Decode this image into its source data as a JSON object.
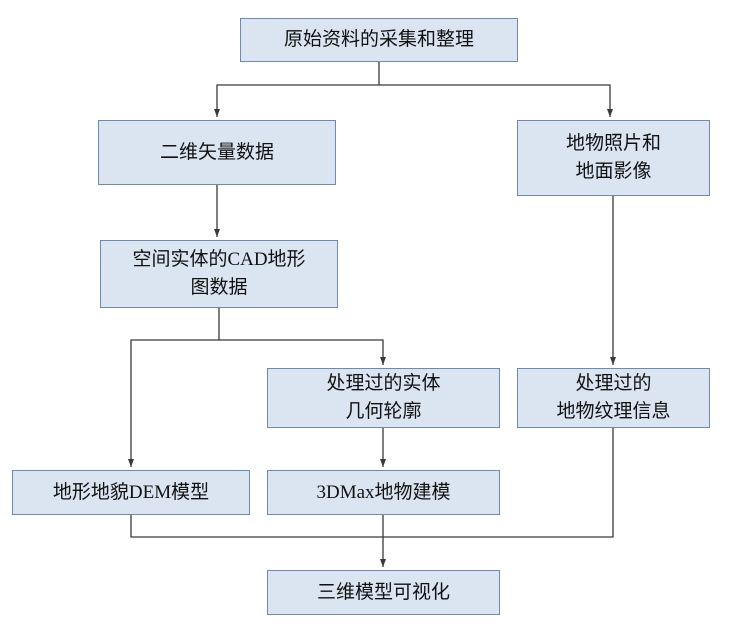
{
  "diagram": {
    "type": "flowchart",
    "nodes": [
      {
        "id": "source",
        "label": "原始资料的采集和整理"
      },
      {
        "id": "vector2d",
        "label": "二维矢量数据"
      },
      {
        "id": "photos",
        "label": "地物照片和\n地面影像"
      },
      {
        "id": "cad",
        "label": "空间实体的CAD地形\n图数据"
      },
      {
        "id": "geometry",
        "label": "处理过的实体\n几何轮廓"
      },
      {
        "id": "texture",
        "label": "处理过的\n地物纹理信息"
      },
      {
        "id": "dem",
        "label": "地形地貌DEM模型"
      },
      {
        "id": "threedmax",
        "label": "3DMax地物建模"
      },
      {
        "id": "vis",
        "label": "三维模型可视化"
      }
    ],
    "edges": [
      {
        "from": "source",
        "to": "vector2d"
      },
      {
        "from": "source",
        "to": "photos"
      },
      {
        "from": "vector2d",
        "to": "cad"
      },
      {
        "from": "cad",
        "to": "dem"
      },
      {
        "from": "cad",
        "to": "geometry"
      },
      {
        "from": "photos",
        "to": "texture"
      },
      {
        "from": "geometry",
        "to": "threedmax"
      },
      {
        "from": "dem",
        "to": "vis"
      },
      {
        "from": "threedmax",
        "to": "vis"
      },
      {
        "from": "texture",
        "to": "vis"
      }
    ],
    "colors": {
      "node_fill": "#dbe5f1",
      "node_border": "#7089ae",
      "connector": "#3a3a3a"
    }
  }
}
